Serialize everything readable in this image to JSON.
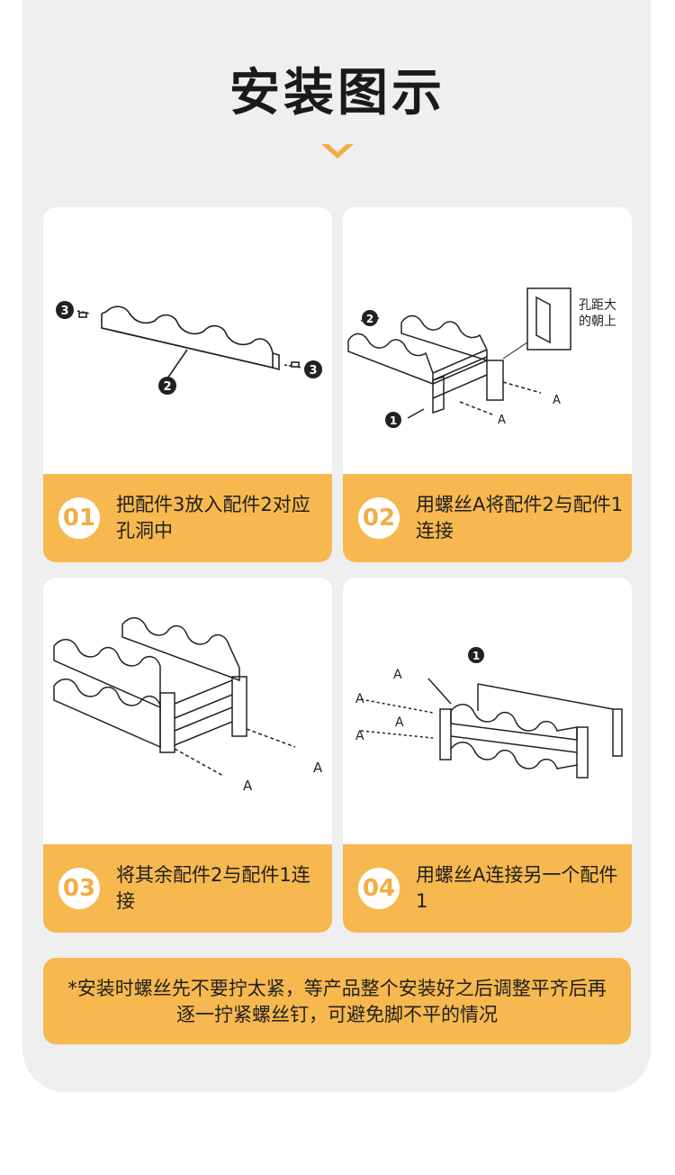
{
  "title": "安装图示",
  "steps": [
    {
      "num": "01",
      "text": "把配件3放入配件2对应孔洞中"
    },
    {
      "num": "02",
      "text": "用螺丝A将配件2与配件1连接"
    },
    {
      "num": "03",
      "text": "将其余配件2与配件1连接"
    },
    {
      "num": "04",
      "text": "用螺丝A连接另一个配件1"
    }
  ],
  "callouts": {
    "part1": "1",
    "part2": "2",
    "part3": "3",
    "screw": "A",
    "hole_note_line1": "孔距大",
    "hole_note_line2": "的朝上"
  },
  "note": "*安装时螺丝先不要拧太紧，等产品整个安装好之后调整平齐后再逐一拧紧螺丝钉，可避免脚不平的情况",
  "colors": {
    "accent": "#f6b84f",
    "panel": "#efefef",
    "number": "#f2ad43"
  }
}
